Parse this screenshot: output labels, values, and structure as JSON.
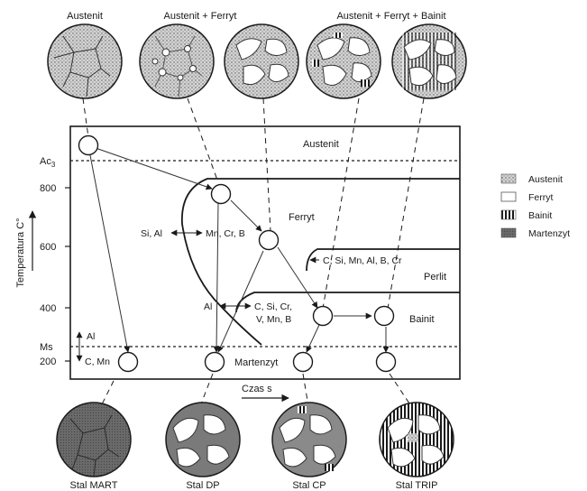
{
  "top_labels": {
    "austenit": "Austenit",
    "austenit_ferryt": "Austenit + Ferryt",
    "austenit_ferryt_bainit": "Austenit + Ferryt + Bainit"
  },
  "bottom_labels": {
    "mart": "Stal MART",
    "dp": "Stal DP",
    "cp": "Stal CP",
    "trip": "Stal TRIP"
  },
  "axes": {
    "y_label": "Temperatura C°",
    "x_label": "Czas s",
    "ac3_main": "Ac",
    "ac3_sub": "3",
    "ms": "Ms",
    "ticks": [
      "800",
      "600",
      "400",
      "200"
    ]
  },
  "regions": {
    "austenit": "Austenit",
    "ferryt": "Ferryt",
    "perlit": "Perlit",
    "bainit": "Bainit",
    "martenzyt": "Martenzyt"
  },
  "elements": {
    "ferrite_left": "Si, Al",
    "ferrite_right": "Mn, Cr, B",
    "pearlite": "C, Si, Mn, Al, B, Cr",
    "bainite_left": "Al",
    "bainite_right_1": "C, Si, Cr,",
    "bainite_right_2": "V, Mn, B",
    "ms_up": "Al",
    "ms_down": "C, Mn"
  },
  "legend": [
    {
      "label": "Austenit",
      "pattern": "dotted"
    },
    {
      "label": "Ferryt",
      "pattern": "empty"
    },
    {
      "label": "Bainit",
      "pattern": "vertical-stripes"
    },
    {
      "label": "Martenzyt",
      "pattern": "dark-gray"
    }
  ],
  "colors": {
    "line": "#1a1a1a",
    "austenite_fill": "#cfcfcf",
    "martensite_fill": "#6e6e6e",
    "ferrite_fill": "#ffffff"
  }
}
